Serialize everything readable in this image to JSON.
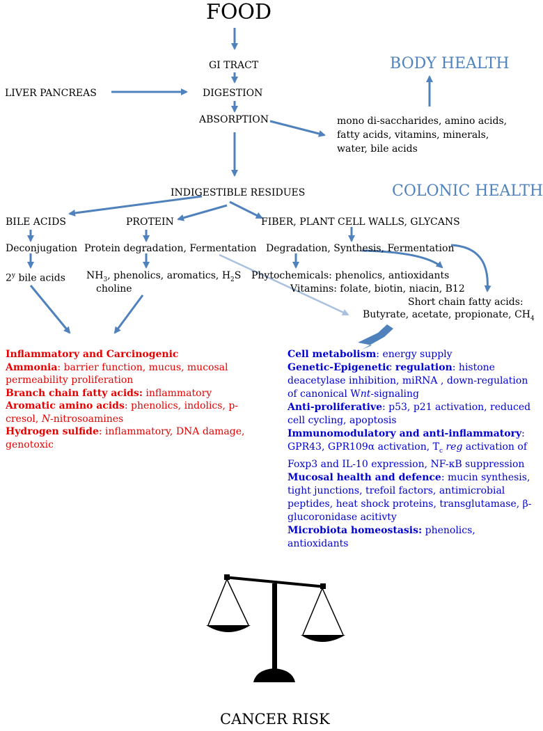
{
  "title": "FOOD",
  "body_health": "BODY HEALTH",
  "colonic_health": "COLONIC HEALTH",
  "flow": {
    "gi_tract": "GI TRACT",
    "liver_pancreas": "LIVER   PANCREAS",
    "digestion": "DIGESTION",
    "absorption": "ABSORPTION",
    "absorbed": [
      "mono di-saccharides, amino acids,",
      "fatty acids, vitamins, minerals,",
      "water, bile acids"
    ],
    "indigestible": "INDIGESTIBLE RESIDUES",
    "bile_acids": "BILE ACIDS",
    "protein": "PROTEIN",
    "fiber": "FIBER, PLANT CELL WALLS, GLYCANS",
    "deconjugation": "Deconjugation",
    "protein_process": "Protein degradation, Fermentation",
    "fiber_process": "Degradation, Synthesis, Fermentation",
    "secondary_bile": "2",
    "secondary_bile_sup": "y",
    "secondary_bile_rest": " bile acids",
    "protein_products_1": "NH",
    "protein_products_sub": "3",
    "protein_products_2": ", phenolics, aromatics, H",
    "protein_products_sub2": "2",
    "protein_products_3": "S",
    "choline": "choline",
    "phytochemicals": "Phytochemicals: phenolics, antioxidants",
    "vitamins": "Vitamins: folate, biotin, niacin, B12",
    "scfa": "Short chain fatty acids:",
    "scfa_list_1": "Butyrate, acetate, propionate, CH",
    "scfa_list_sub": "4"
  },
  "harmful": {
    "heading": "Inflammatory and Carcinogenic",
    "items": [
      {
        "term": "Ammonia",
        "desc": ": barrier function, mucus, mucosal permeability proliferation"
      },
      {
        "term": "Branch chain fatty acids:",
        "desc": " inflammatory"
      },
      {
        "term": "Aromatic amino acids",
        "desc": ": phenolics, indolics, p-cresol, ",
        "italic": "N",
        "desc2": "-nitrosoamines"
      },
      {
        "term": "Hydrogen sulfide",
        "desc": ": inflammatory, DNA damage, genotoxic"
      }
    ]
  },
  "beneficial": {
    "items": [
      {
        "term": "Cell metabolism",
        "desc": ": energy supply"
      },
      {
        "term": "Genetic-Epigenetic regulation",
        "desc": ": histone deacetylase inhibition, miRNA , down-regulation of canonical W",
        "italic": "nt",
        "desc2": "-signaling"
      },
      {
        "term": "Anti-proliferative",
        "desc": ": p53, p21 activation, reduced cell cycling, apoptosis"
      },
      {
        "term": "Immunomodulatory and anti-inflammatory",
        "desc": ": GPR43, GPR109α activation, T",
        "sub": "c",
        "italic": " reg",
        "desc2": " activation of Foxp3 and IL-10 expression, NF-κB suppression"
      },
      {
        "term": "Mucosal health and defence",
        "desc": ": mucin synthesis, tight junctions, trefoil factors, antimicrobial peptides, heat shock proteins, transglutamase, β-glucoronidase acitivty"
      },
      {
        "term": "Microbiota homeostasis:",
        "desc": " phenolics, antioxidants"
      }
    ]
  },
  "footer": "CANCER RISK",
  "colors": {
    "arrow": "#4f81bd",
    "harmful": "#e60000",
    "beneficial": "#0000d0"
  },
  "icons": {
    "scale": "balance-scale-icon"
  }
}
